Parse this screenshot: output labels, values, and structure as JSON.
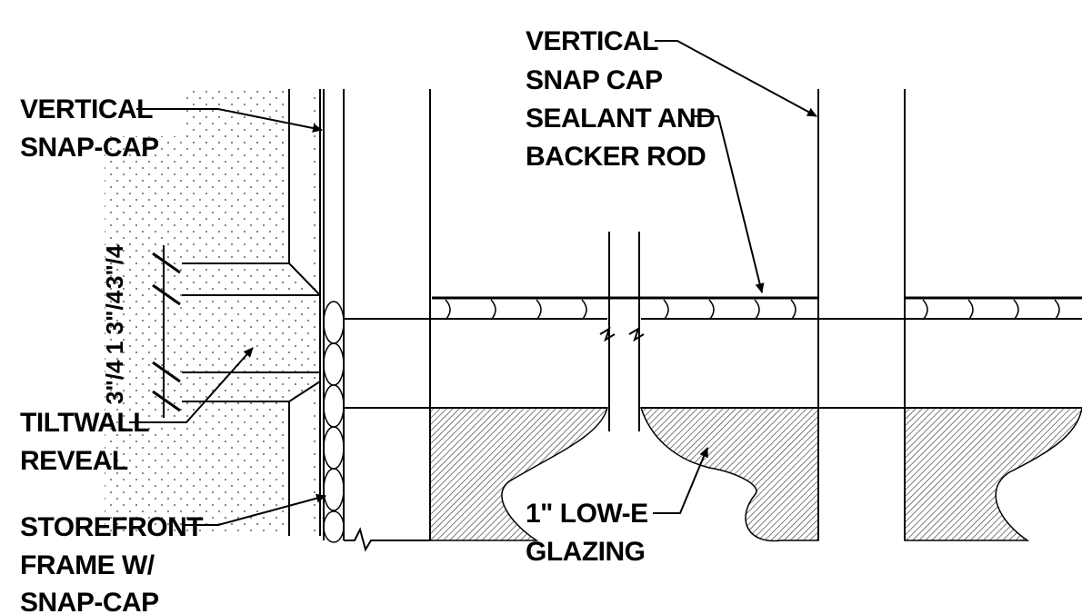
{
  "labels": {
    "vertical_snap_cap_left_1": "VERTICAL",
    "vertical_snap_cap_left_2": "SNAP-CAP",
    "vertical_snap_cap_top_1": "VERTICAL",
    "vertical_snap_cap_top_2": "SNAP CAP",
    "sealant_1": "SEALANT AND",
    "sealant_2": "BACKER ROD",
    "tiltwall_1": "TILTWALL",
    "tiltwall_2": "REVEAL",
    "storefront_1": "STOREFRONT",
    "storefront_2": "FRAME W/",
    "storefront_3": "SNAP-CAP",
    "glazing_1": "1\" LOW-E",
    "glazing_2": "GLAZING"
  },
  "dimensions": {
    "dim_top": "3\"/4",
    "dim_mid": "1 3\"/4",
    "dim_bottom": "3\"/4"
  },
  "colors": {
    "ink": "#000000",
    "paper": "#ffffff",
    "stipple": "#7a7a7a",
    "hatch": "#444444"
  }
}
